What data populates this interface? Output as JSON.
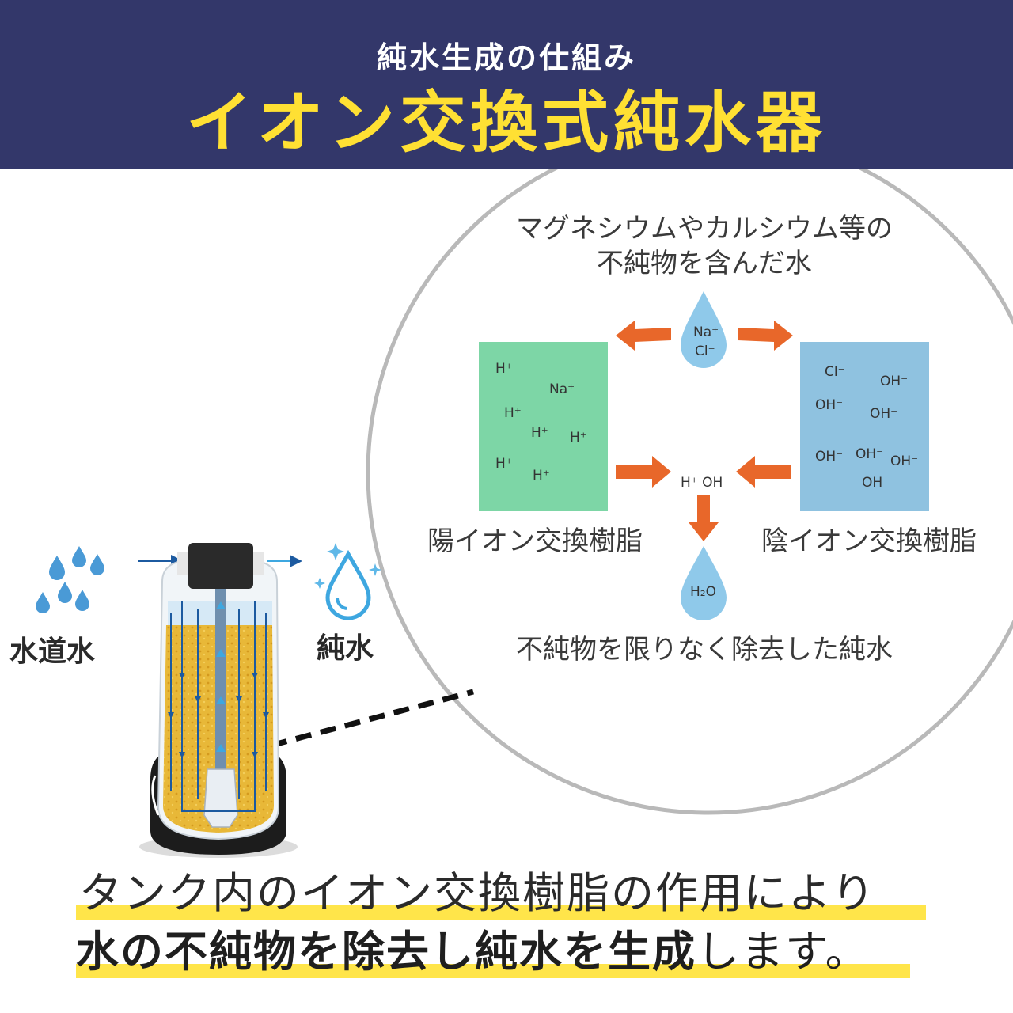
{
  "header": {
    "subtitle": "純水生成の仕組み",
    "title": "イオン交換式純水器"
  },
  "colors": {
    "header_bg": "#33376a",
    "title_yellow": "#ffe033",
    "cation_resin": "#7dd6a6",
    "anion_resin": "#8fc2e0",
    "arrow_orange": "#e8672a",
    "highlight": "#ffe54a"
  },
  "diagram": {
    "input_label_line1": "マグネシウムやカルシウム等の",
    "input_label_line2": "不純物を含んだ水",
    "input_drop_ions": [
      "Na⁺",
      "Cl⁻"
    ],
    "cation_resin_label": "陽イオン交換樹脂",
    "anion_resin_label": "陰イオン交換樹脂",
    "cation_ions": [
      "H⁺",
      "Na⁺",
      "H⁺",
      "H⁺",
      "H⁺",
      "H⁺",
      "H⁺"
    ],
    "anion_ions": [
      "Cl⁻",
      "OH⁻",
      "OH⁻",
      "OH⁻",
      "OH⁻",
      "OH⁻",
      "OH⁻",
      "OH⁻"
    ],
    "combine_ions": "H⁺ OH⁻",
    "output_drop": "H₂O",
    "output_label": "不純物を限りなく除去した純水"
  },
  "tank": {
    "tap_water_label": "水道水",
    "pure_water_label": "純水"
  },
  "bottom": {
    "line1": "タンク内のイオン交換樹脂の作用により",
    "line2_bold": "水の不純物を除去し純水を生成",
    "line2_rest": "します。"
  }
}
